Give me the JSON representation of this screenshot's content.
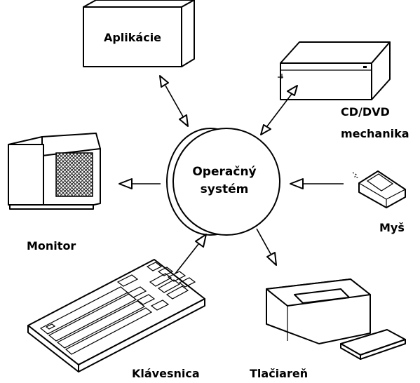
{
  "center": {
    "line1": "Operačný",
    "line2": "systém"
  },
  "nodes": {
    "aplikacie": "Aplikácie",
    "cd_line1": "CD/DVD",
    "cd_line2": "mechanika",
    "monitor": "Monitor",
    "mys": "Myš",
    "klavesnica": "Klávesnica",
    "tlaciaren": "Tlačiareň"
  }
}
